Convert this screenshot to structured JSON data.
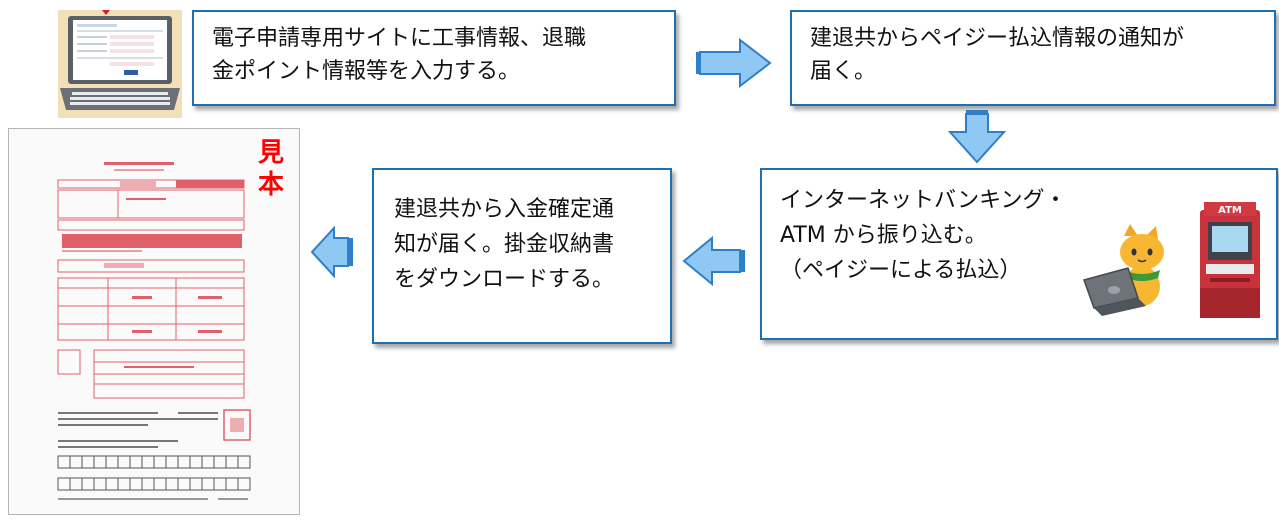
{
  "steps": {
    "step1": {
      "line1": "電子申請専用サイトに工事情報、退職",
      "line2": "金ポイント情報等を入力する。"
    },
    "step2": {
      "line1": "建退共からペイジー払込情報の通知が",
      "line2": "届く。"
    },
    "step3": {
      "line1": "インターネットバンキング・",
      "line2": "ATM から振り込む。",
      "line3": "（ペイジーによる払込）"
    },
    "step4": {
      "line1": "建退共から入金確定通",
      "line2": "知が届く。掛金収納書",
      "line3": "をダウンロードする。"
    }
  },
  "sample_mark": {
    "char1": "見",
    "char2": "本"
  },
  "atm_label": "ATM",
  "icons": [
    "laptop-form-illustration",
    "cat-with-laptop-illustration",
    "atm-machine-illustration",
    "sample-document-illustration",
    "arrow-right-icon",
    "arrow-down-icon",
    "arrow-left-icon"
  ],
  "colors": {
    "box_border": "#1f6fb5",
    "arrow_fill": "#8fc9f3",
    "arrow_edge": "#2f7fc8",
    "sample_text": "#ff0000",
    "document_ink": "#e0606a"
  }
}
